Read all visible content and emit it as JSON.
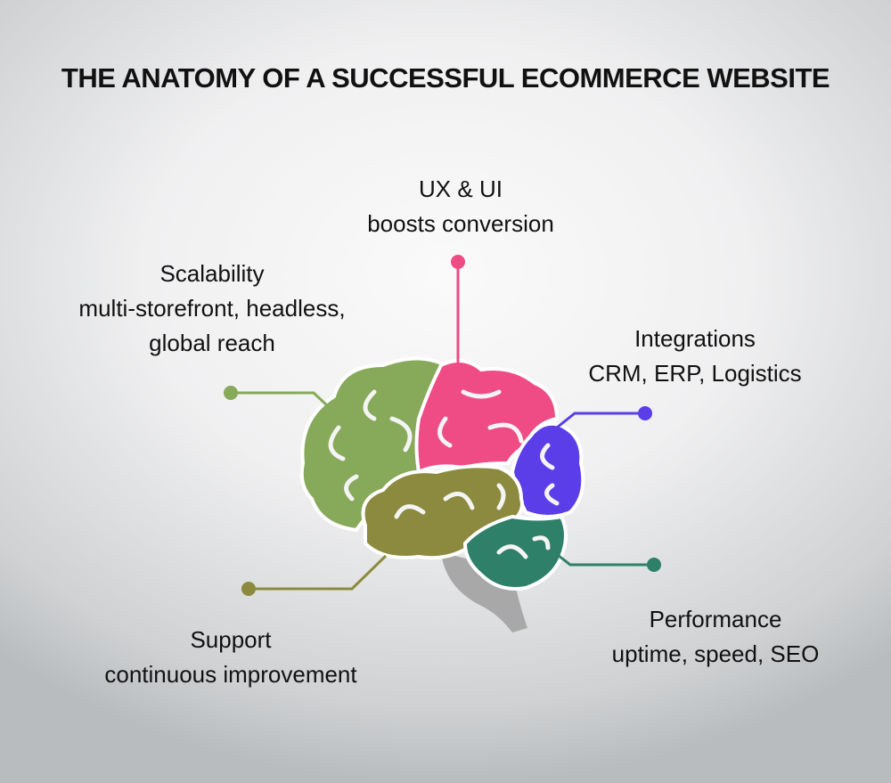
{
  "title": "THE ANATOMY OF A SUCCESSFUL ECOMMERCE WEBSITE",
  "sections": {
    "ux": {
      "heading": "UX & UI",
      "detail": "boosts conversion",
      "color": "#ef4c86"
    },
    "scalability": {
      "heading": "Scalability",
      "detail": "multi-storefront, headless,",
      "detail2": "global reach",
      "color": "#86a95a"
    },
    "integrations": {
      "heading": "Integrations",
      "detail": "CRM, ERP, Logistics",
      "color": "#5b3ee8"
    },
    "performance": {
      "heading": "Performance",
      "detail": "uptime, speed, SEO",
      "color": "#2e8068"
    },
    "support": {
      "heading": "Support",
      "detail": "continuous improvement",
      "color": "#8c8a3e"
    }
  },
  "brainstem_color": "#a8a8a8"
}
